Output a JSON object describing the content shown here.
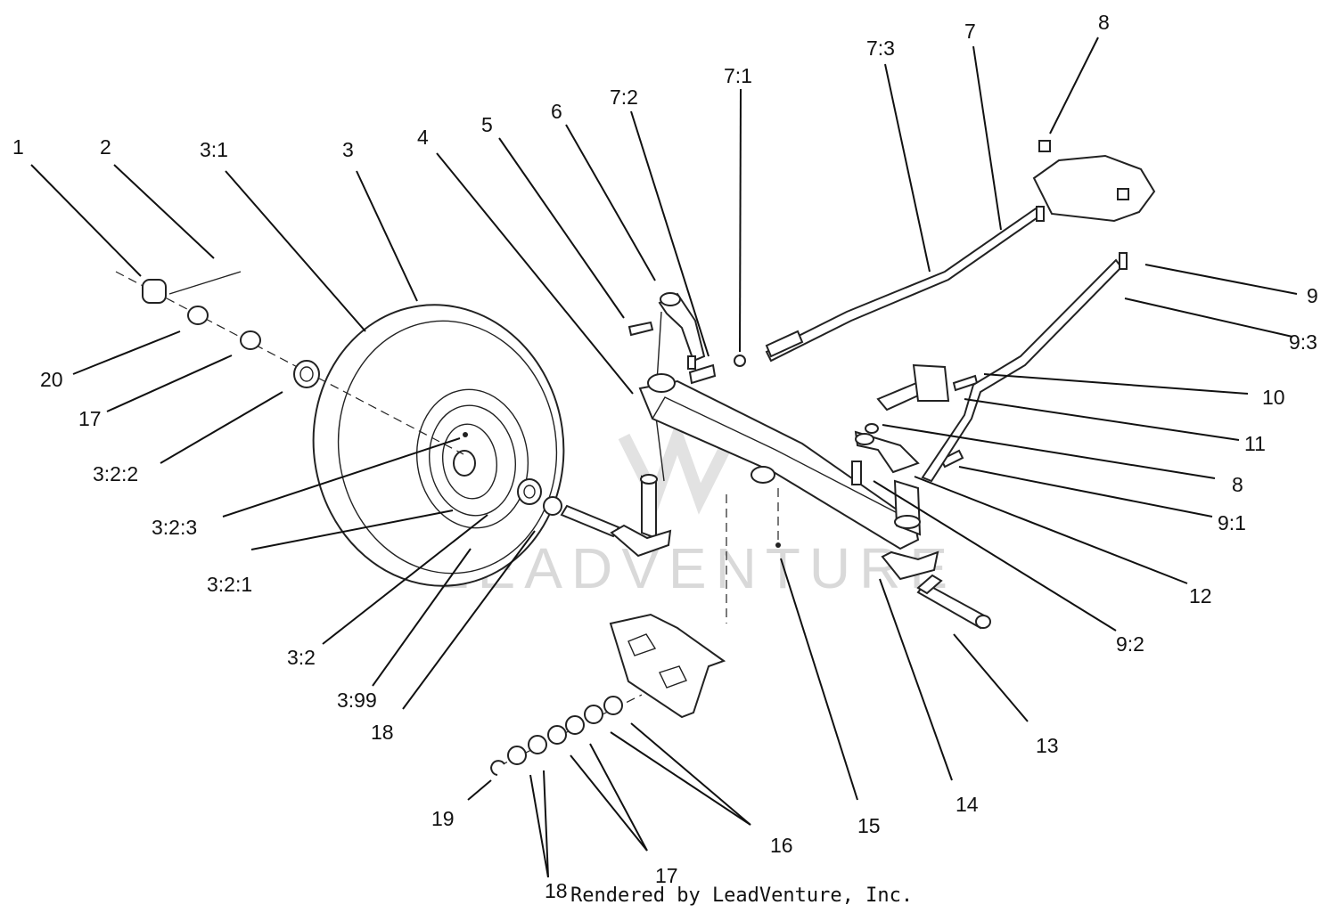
{
  "diagram": {
    "callouts": [
      "1",
      "2",
      "3:1",
      "3",
      "4",
      "5",
      "6",
      "7:2",
      "7:1",
      "7:3",
      "7",
      "8",
      "9",
      "9:3",
      "10",
      "11",
      "8",
      "9:1",
      "12",
      "9:2",
      "13",
      "14",
      "15",
      "16",
      "17",
      "18",
      "19",
      "20",
      "17",
      "3:2:2",
      "3:2:3",
      "3:2:1",
      "3:2",
      "3:99",
      "18"
    ],
    "watermark": "LEADVENTURE",
    "credit": "Rendered by LeadVenture, Inc."
  }
}
